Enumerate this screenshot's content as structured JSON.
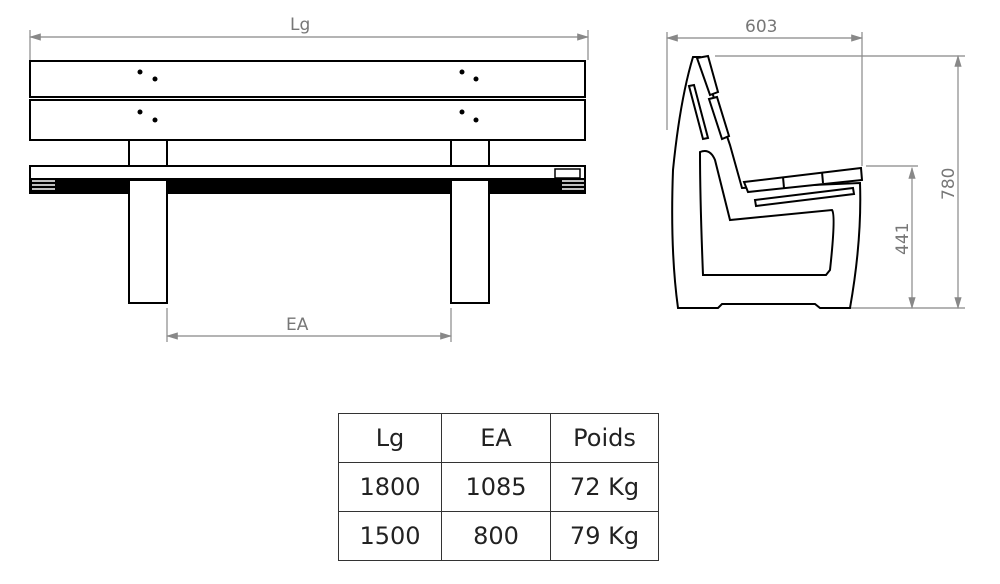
{
  "dimensions": {
    "length_label": "Lg",
    "leg_spacing_label": "EA",
    "depth": "603",
    "total_height": "780",
    "seat_height": "441"
  },
  "table": {
    "headers": [
      "Lg",
      "EA",
      "Poids"
    ],
    "rows": [
      [
        "1800",
        "1085",
        "72 Kg"
      ],
      [
        "1500",
        "800",
        "79 Kg"
      ]
    ]
  }
}
